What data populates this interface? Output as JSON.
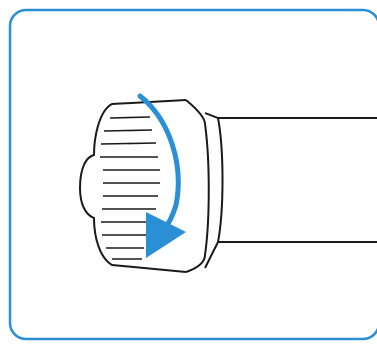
{
  "figure": {
    "kind": "instruction-illustration",
    "subject": "cap-twist",
    "rotation_direction": "clockwise",
    "colors": {
      "card_border": "#2B8FD6",
      "card_fill": "#FFFFFF",
      "line_art": "#1A1A1A",
      "arrow": "#2B8FD6"
    }
  }
}
